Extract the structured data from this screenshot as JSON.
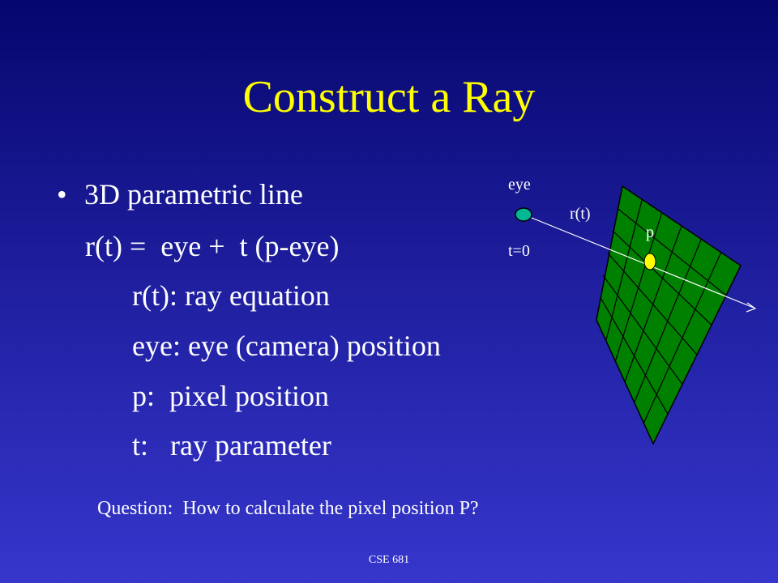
{
  "slide": {
    "title": "Construct a Ray",
    "bullet_marker": "•",
    "bullet": "3D parametric line",
    "equation": "r(t) =  eye +  t (p-eye)",
    "definitions": [
      "r(t): ray equation",
      "eye: eye (camera) position",
      "p:  pixel position",
      "t:   ray parameter"
    ],
    "question": "Question:  How to calculate the pixel position P?",
    "footer": "CSE 681"
  },
  "diagram": {
    "eye_label": "eye",
    "t_label": "t=0",
    "ray_label": "r(t)",
    "pixel_label": "p",
    "grid_color": "#008000",
    "eye_color": "#00b894",
    "pixel_color": "#ffff00"
  }
}
